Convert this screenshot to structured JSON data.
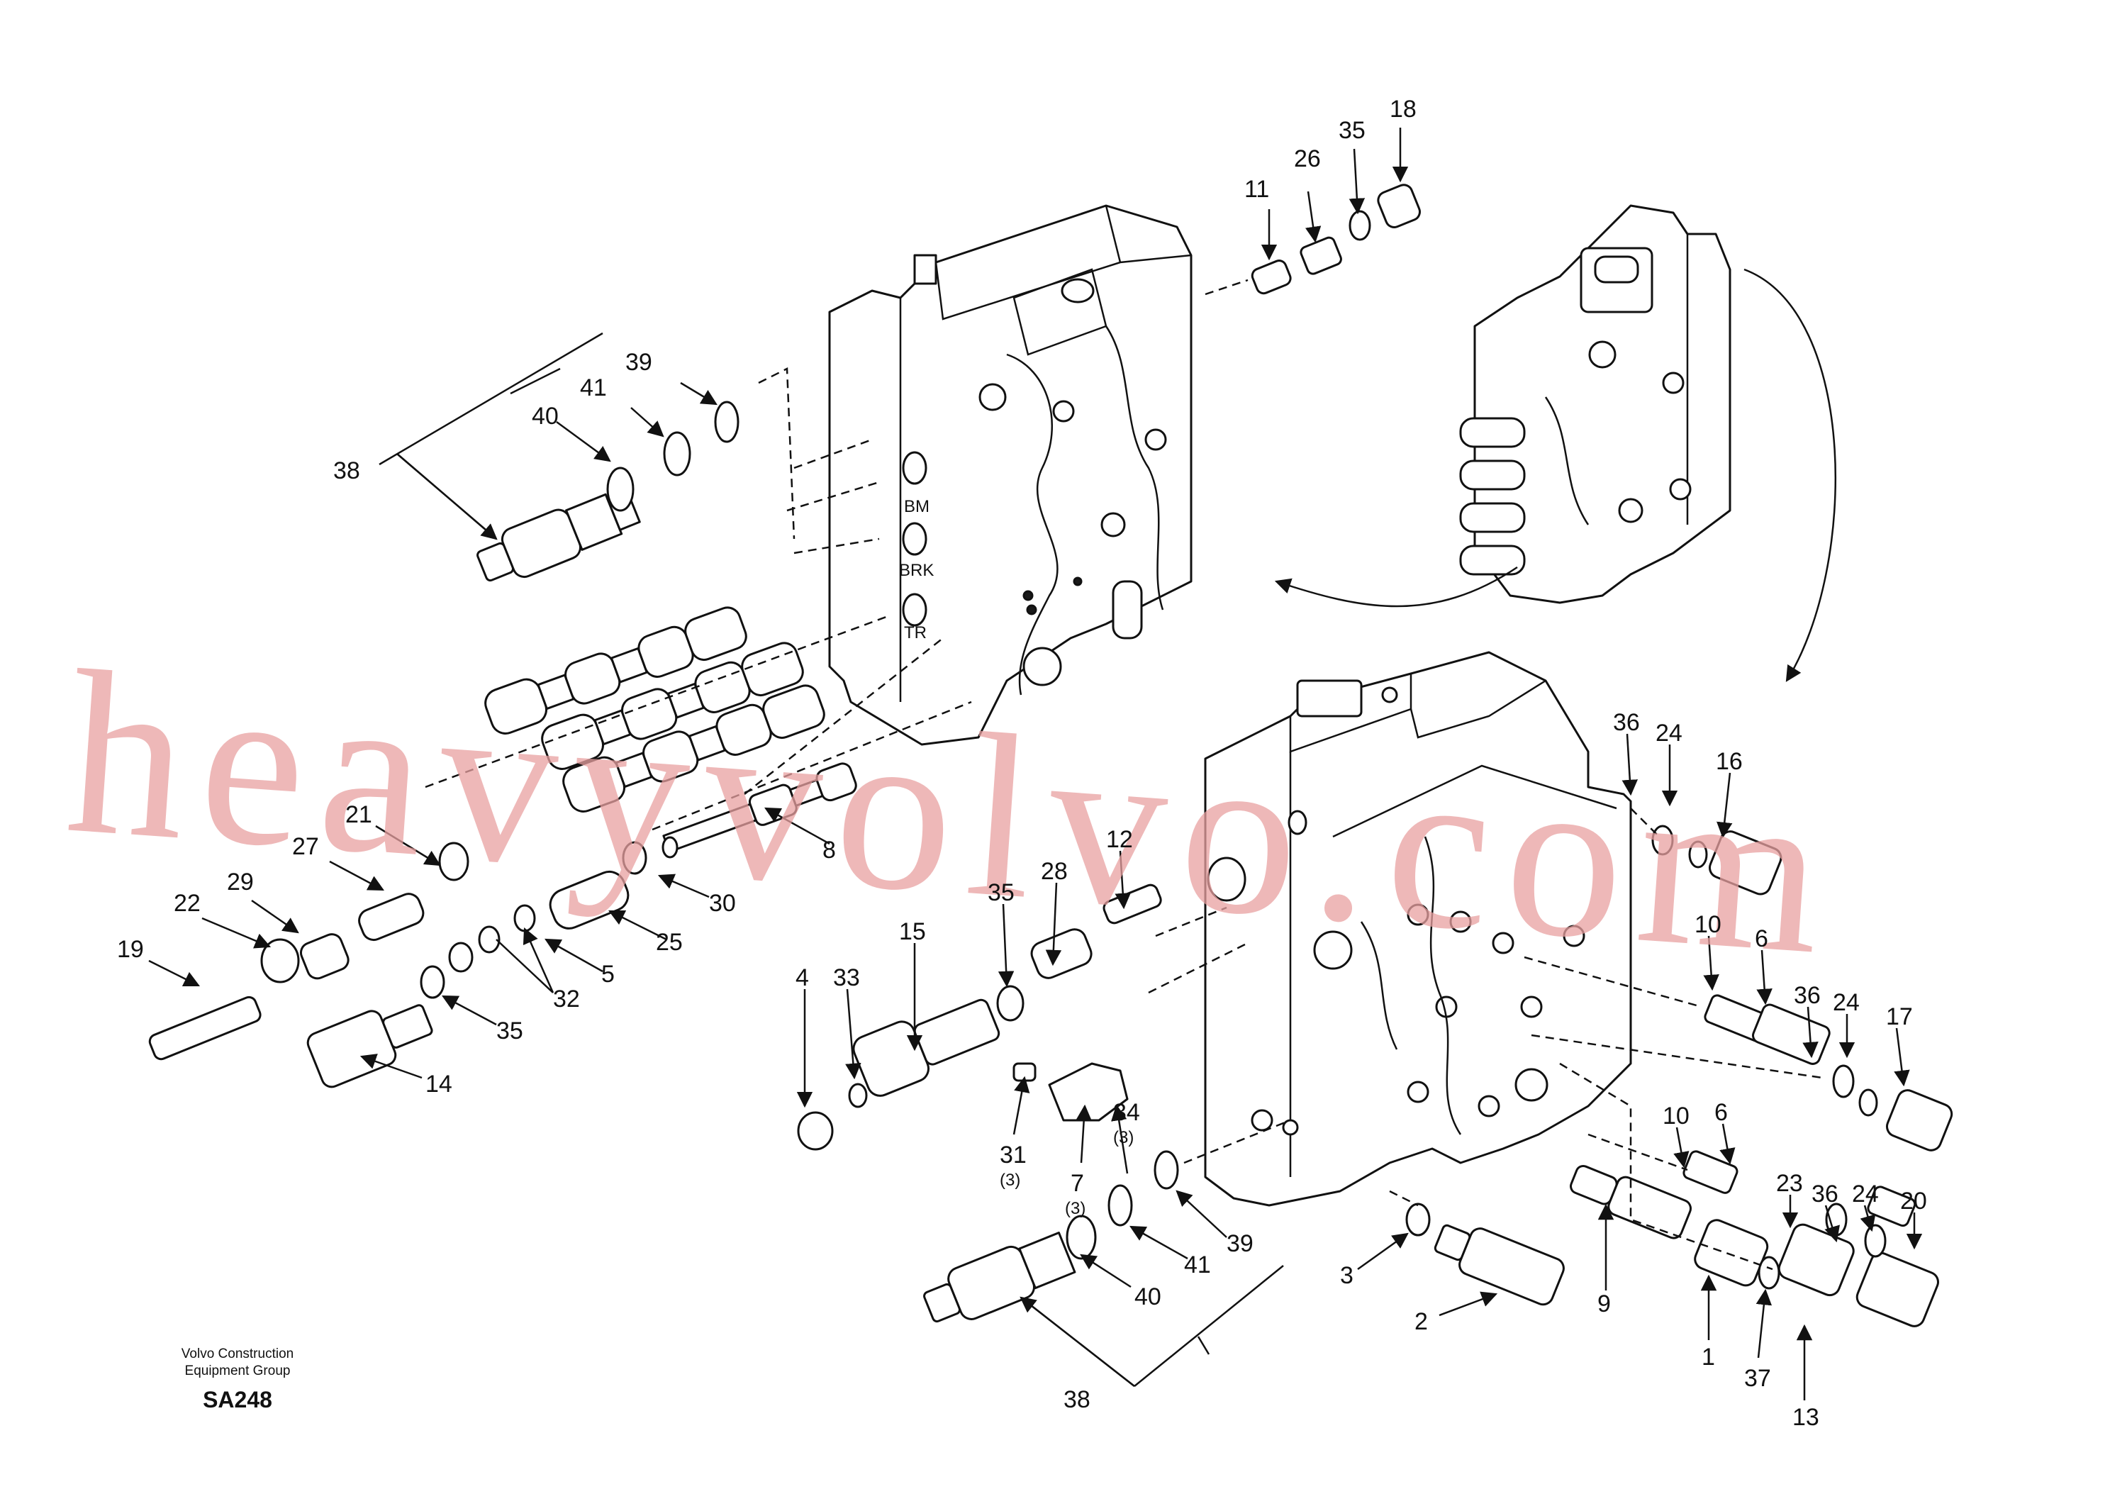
{
  "footer": {
    "company": "Volvo Construction Equipment Group",
    "drawing_code": "SA248"
  },
  "watermark": "heavyvolvo.com",
  "port_labels": [
    "BM",
    "BRK",
    "TR"
  ],
  "callouts": {
    "c18": "18",
    "c35a": "35",
    "c26": "26",
    "c11": "11",
    "c39a": "39",
    "c41a": "41",
    "c40a": "40",
    "c38a": "38",
    "c21": "21",
    "c27": "27",
    "c29": "29",
    "c22": "22",
    "c19": "19",
    "c8": "8",
    "c30": "30",
    "c25": "25",
    "c5": "5",
    "c32": "32",
    "c35b": "35",
    "c14": "14",
    "c4": "4",
    "c33": "33",
    "c15": "15",
    "c35c": "35",
    "c28": "28",
    "c12": "12",
    "c31": "31",
    "c31q": "(3)",
    "c7": "7",
    "c7q": "(3)",
    "c34": "34",
    "c34q": "(3)",
    "c39b": "39",
    "c41b": "41",
    "c40b": "40",
    "c38b": "38",
    "c3": "3",
    "c2": "2",
    "c9": "9",
    "c1": "1",
    "c37": "37",
    "c13": "13",
    "c36a": "36",
    "c24a": "24",
    "c16": "16",
    "c10a": "10",
    "c6a": "6",
    "c36b": "36",
    "c24b": "24",
    "c17": "17",
    "c10b": "10",
    "c6b": "6",
    "c23": "23",
    "c36c": "36",
    "c24c": "24",
    "c20": "20"
  }
}
